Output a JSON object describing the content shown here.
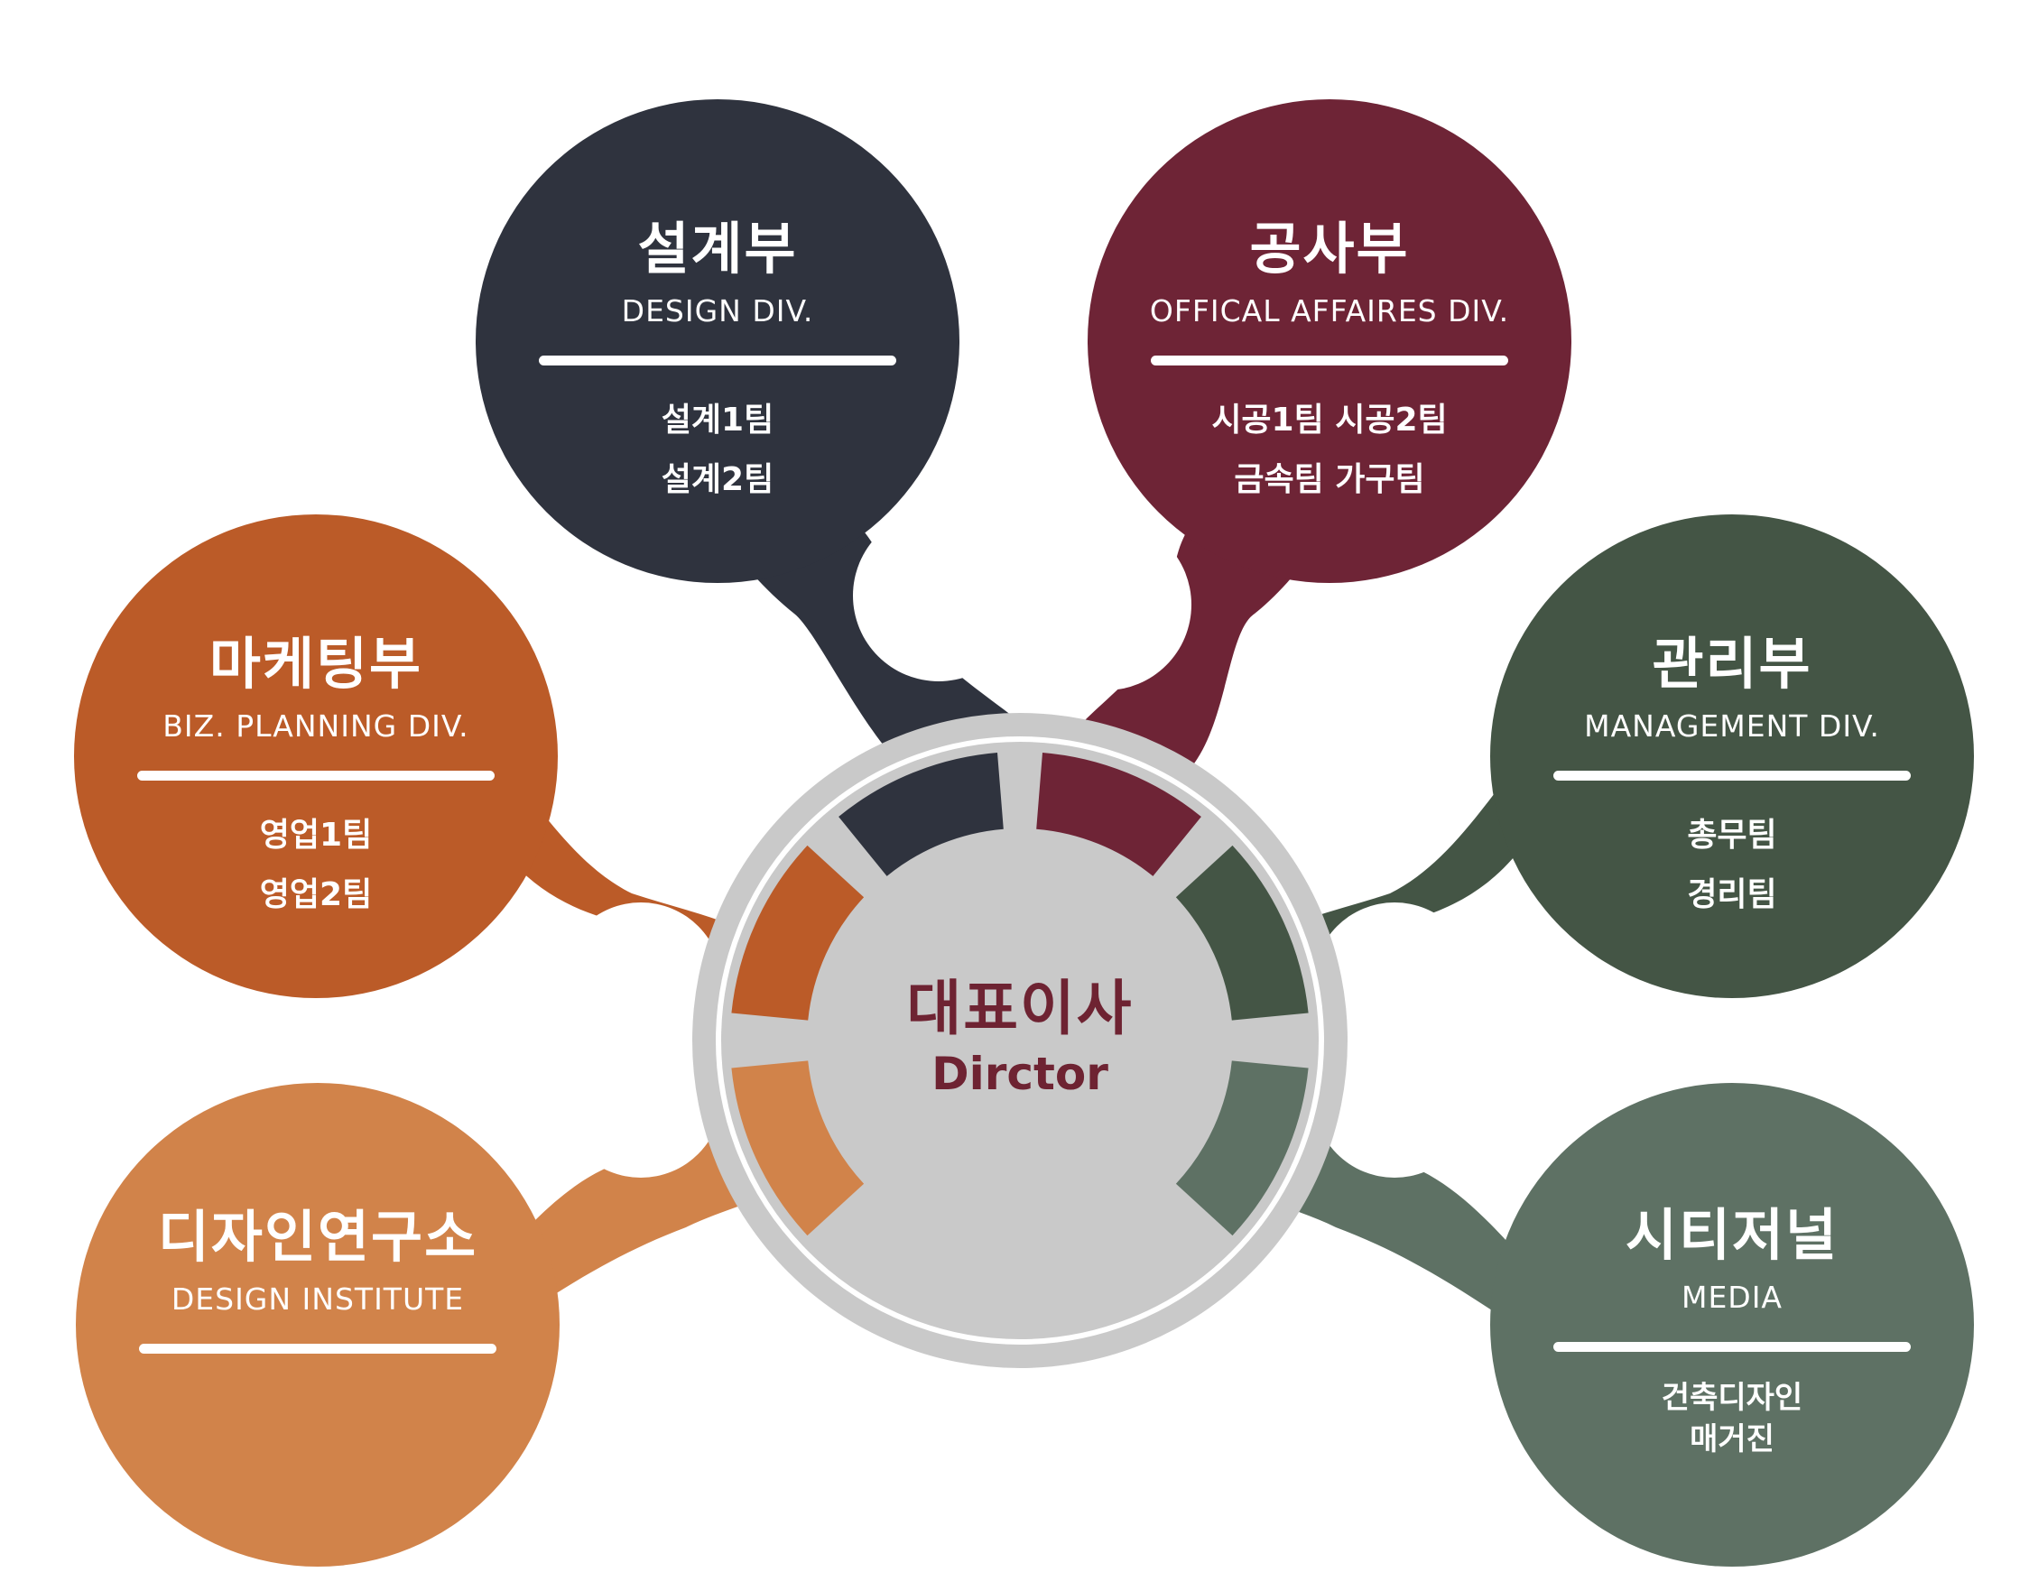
{
  "colors": {
    "design": "#2f333e",
    "construction": "#6e2436",
    "marketing": "#bb5b28",
    "management": "#445545",
    "institute": "#d1834a",
    "media": "#5e7164",
    "hub": "#c9c9c9",
    "center_text": "#6e2332"
  },
  "center": {
    "title": "대표이사",
    "subtitle": "Dirctor"
  },
  "nodes": {
    "design": {
      "title": "설계부",
      "subtitle": "DESIGN DIV.",
      "teams": [
        "설계1팀",
        "설계2팀"
      ]
    },
    "construction": {
      "title": "공사부",
      "subtitle": "OFFICAL AFFAIRES DIV.",
      "teams": [
        "시공1팀 시공2팀",
        "금속팀 가구팀"
      ]
    },
    "marketing": {
      "title": "마케팅부",
      "subtitle": "BIZ. PLANNING DIV.",
      "teams": [
        "영업1팀",
        "영업2팀"
      ]
    },
    "management": {
      "title": "관리부",
      "subtitle": "MANAGEMENT DIV.",
      "teams": [
        "총무팀",
        "경리팀"
      ]
    },
    "institute": {
      "title": "디자인연구소",
      "subtitle": "DESIGN INSTITUTE",
      "teams": []
    },
    "media": {
      "title": "시티저널",
      "subtitle": "MEDIA",
      "teams": [
        "건축디자인",
        "매거진"
      ]
    }
  }
}
